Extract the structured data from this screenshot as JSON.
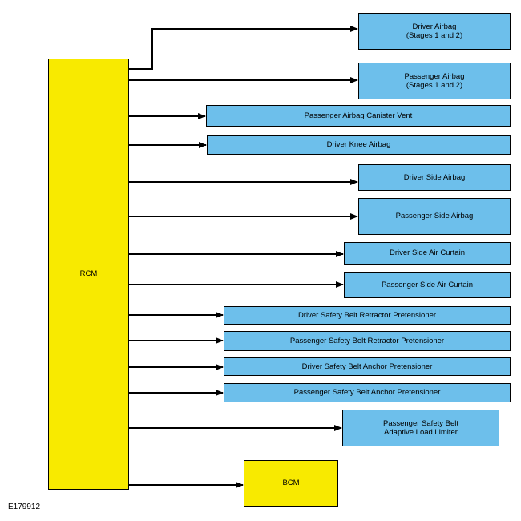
{
  "source_module": {
    "label": "RCM",
    "color": "#f8ea00"
  },
  "outputs": [
    {
      "label": "Driver Airbag\n(Stages 1 and 2)"
    },
    {
      "label": "Passenger Airbag\n(Stages 1 and 2)"
    },
    {
      "label": "Passenger Airbag Canister Vent"
    },
    {
      "label": "Driver Knee Airbag"
    },
    {
      "label": "Driver Side Airbag"
    },
    {
      "label": "Passenger Side Airbag"
    },
    {
      "label": "Driver Side Air Curtain"
    },
    {
      "label": "Passenger Side Air Curtain"
    },
    {
      "label": "Driver Safety Belt Retractor Pretensioner"
    },
    {
      "label": "Passenger Safety Belt Retractor Pretensioner"
    },
    {
      "label": "Driver Safety Belt Anchor Pretensioner"
    },
    {
      "label": "Passenger Safety Belt Anchor Pretensioner"
    },
    {
      "label": "Passenger Safety Belt\nAdaptive Load Limiter"
    }
  ],
  "bcm": {
    "label": "BCM",
    "color": "#f8ea00"
  },
  "output_color": "#6dbfeb",
  "figure_id": "E179912"
}
